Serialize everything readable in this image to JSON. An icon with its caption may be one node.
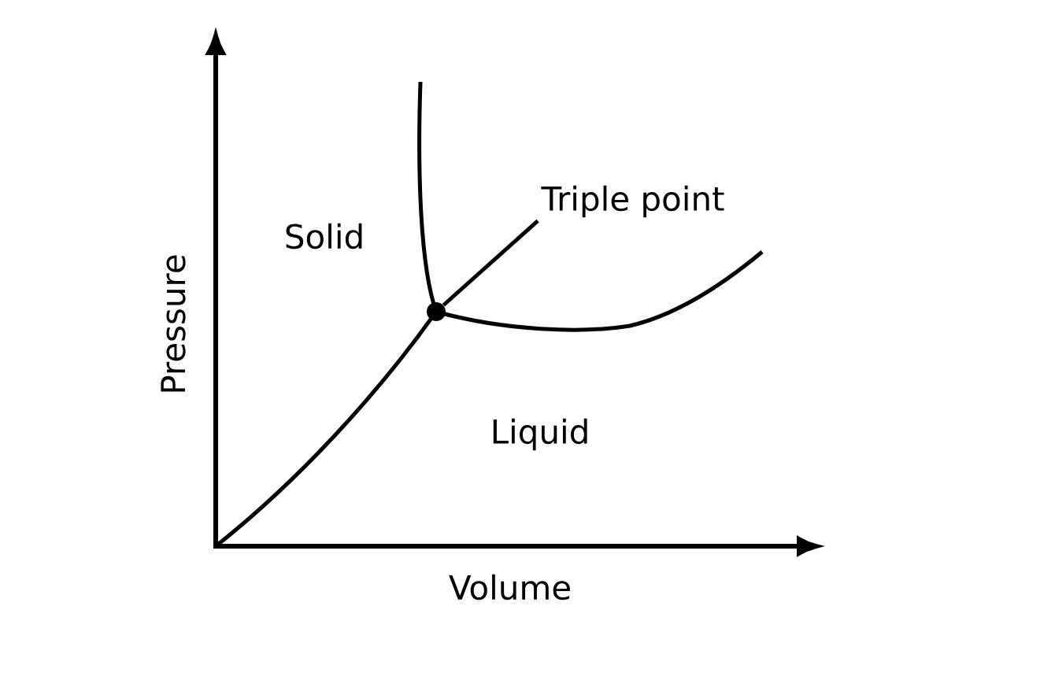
{
  "diagram": {
    "nodes": [
      {
        "text": [
          "Triple point"
        ]
      },
      {
        "text": [],
        "shape": "circle"
      }
    ],
    "edges": [
      {
        "from": 0,
        "to": 1,
        "arrow": "none"
      }
    ],
    "labels": [
      "Solid",
      "Pressure",
      "Liquid",
      "Volume"
    ]
  }
}
